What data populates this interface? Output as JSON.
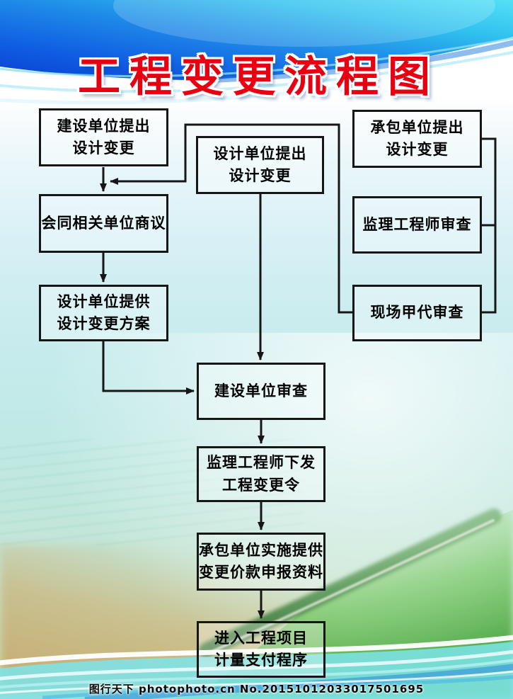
{
  "poster": {
    "title": "工程变更流程图",
    "watermark": "图行天下 photophoto.cn  No.20151012033017501695"
  },
  "flowchart": {
    "nodes": {
      "owner_propose": {
        "line1": "建设单位提出",
        "line2": "设计变更"
      },
      "joint_discuss": {
        "line1": "会同相关单位商议"
      },
      "design_provide": {
        "line1": "设计单位提供",
        "line2": "设计变更方案"
      },
      "design_propose": {
        "line1": "设计单位提出",
        "line2": "设计变更"
      },
      "contractor_propose": {
        "line1": "承包单位提出",
        "line2": "设计变更"
      },
      "supervisor_review": {
        "line1": "监理工程师审查"
      },
      "site_rep_review": {
        "line1": "现场甲代审查"
      },
      "owner_review": {
        "line1": "建设单位审查"
      },
      "issue_change_order": {
        "line1": "监理工程师下发",
        "line2": "工程变更令"
      },
      "contractor_implement": {
        "line1": "承包单位实施提供",
        "line2": "变更价款申报资料"
      },
      "payment_procedure": {
        "line1": "进入工程项目",
        "line2": "计量支付程序"
      }
    },
    "edges": [
      {
        "from": "owner_propose",
        "to": "joint_discuss"
      },
      {
        "from": "contractor_propose",
        "to": "supervisor_review"
      },
      {
        "from": "supervisor_review",
        "to": "site_rep_review"
      },
      {
        "from": "site_rep_review",
        "to": "joint_discuss"
      },
      {
        "from": "joint_discuss",
        "to": "design_provide"
      },
      {
        "from": "design_provide",
        "to": "owner_review"
      },
      {
        "from": "design_propose",
        "to": "owner_review"
      },
      {
        "from": "owner_review",
        "to": "issue_change_order"
      },
      {
        "from": "issue_change_order",
        "to": "contractor_implement"
      },
      {
        "from": "contractor_implement",
        "to": "payment_procedure"
      }
    ]
  },
  "colors": {
    "title_red": "#e60012",
    "box_border": "#161616",
    "header_deep_blue": "#0a40d0",
    "header_mid_blue": "#1e8ae8",
    "header_cyan": "#55e0f6",
    "bottom_ribbon_cyan": "#7ce4ea",
    "bottom_ribbon_blue": "#2b86d8"
  }
}
